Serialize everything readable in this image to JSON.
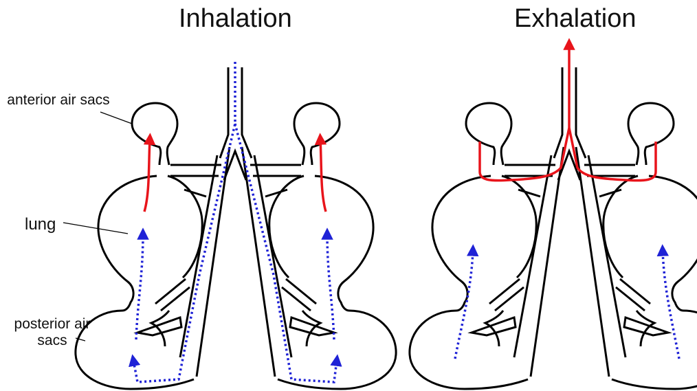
{
  "titles": {
    "inhalation": "Inhalation",
    "exhalation": "Exhalation"
  },
  "labels": {
    "anterior": "anterior air sacs",
    "lung": "lung",
    "posterior": "posterior air sacs"
  },
  "colors": {
    "outline": "#000000",
    "red_flow": "#e8141b",
    "blue_flow": "#1f22d6"
  }
}
